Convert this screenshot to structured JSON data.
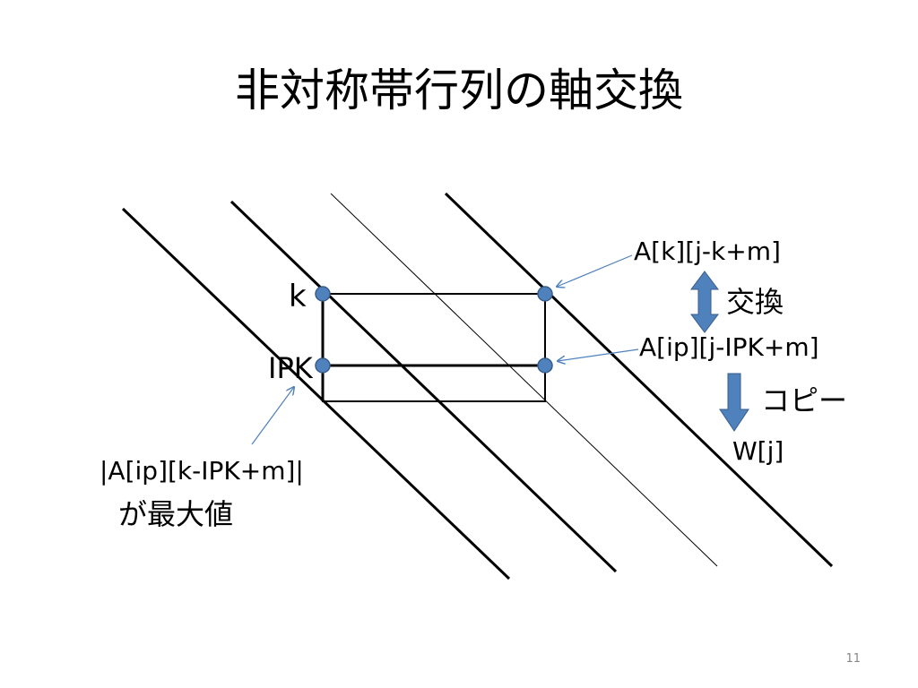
{
  "slide": {
    "title": "非対称帯行列の軸交換",
    "page_number": "11"
  },
  "labels": {
    "row_k": "k",
    "row_ipk": "IPK",
    "top_element": "A[k][j-k+m]",
    "swap_label": "交換",
    "mid_element": "A[ip][j-IPK+m]",
    "copy_label": "コピー",
    "work_element": "W[j]",
    "pivot_expr": "|A[ip][k-IPK+m]|",
    "pivot_note": "が最大値"
  },
  "colors": {
    "dot_fill": "#4f81bd",
    "dot_stroke": "#385d8a",
    "arrow_fill": "#4f81bd",
    "leader_line": "#4f81bd",
    "line": "#000000"
  }
}
